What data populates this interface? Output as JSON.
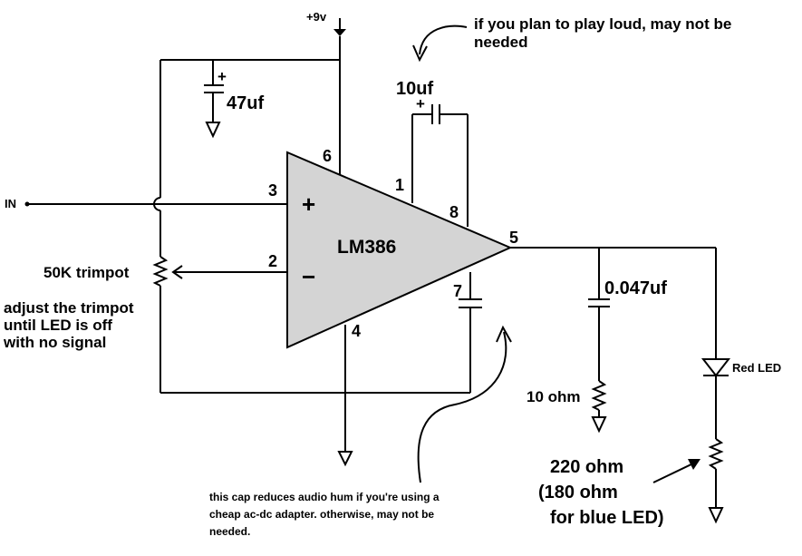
{
  "supply": {
    "label": "+9v"
  },
  "input": {
    "label": "IN"
  },
  "chip": {
    "name": "LM386",
    "plus_sign": "+",
    "minus_sign": "−"
  },
  "pins": {
    "p1": "1",
    "p2": "2",
    "p3": "3",
    "p4": "4",
    "p5": "5",
    "p6": "6",
    "p7": "7",
    "p8": "8"
  },
  "components": {
    "cap_47": {
      "label": "47uf",
      "polarity": "+"
    },
    "cap_10": {
      "label": "10uf",
      "polarity": "+"
    },
    "cap_047": {
      "label": "0.047uf"
    },
    "trimpot": {
      "label": "50K trimpot"
    },
    "res_10": {
      "label": "10 ohm"
    },
    "led": {
      "label": "Red LED"
    },
    "res_220": {
      "line1": "220 ohm",
      "line2": "(180 ohm",
      "line3": "for blue LED)"
    }
  },
  "notes": {
    "loud": {
      "line1": "if you plan to play loud, may not be",
      "line2": "needed"
    },
    "trimpot_adjust": {
      "line1": "adjust the trimpot",
      "line2": "until LED is off",
      "line3": "with no signal"
    },
    "hum": {
      "line1": "this cap reduces audio hum if you're using a",
      "line2": "cheap ac-dc adapter. otherwise, may not be",
      "line3": "needed."
    }
  },
  "colors": {
    "chip_fill": "#d4d4d4",
    "ink": "#000000",
    "background": "#ffffff"
  }
}
